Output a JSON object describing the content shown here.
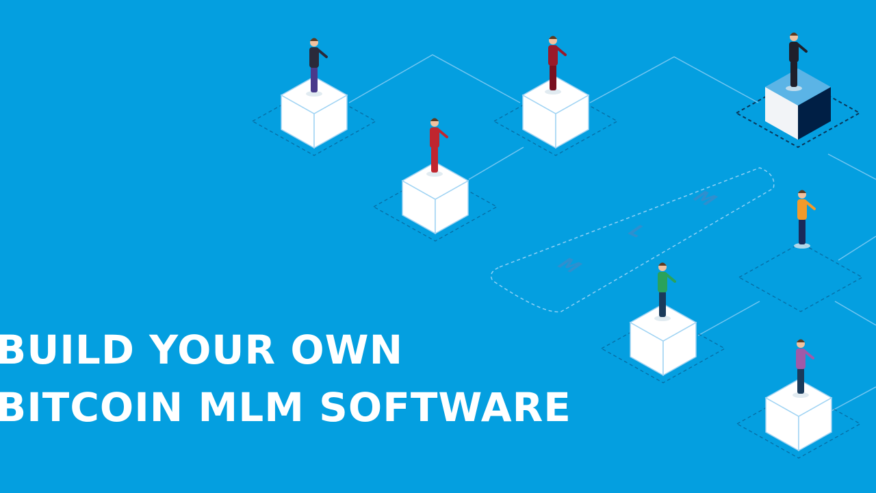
{
  "headline": {
    "line1": "BUILD YOUR OWN",
    "line2": "BITCOIN MLM SOFTWARE"
  },
  "platform_letters": [
    "M",
    "L",
    "M"
  ],
  "colors": {
    "background": "#049fe0",
    "cube_white": "#ffffff",
    "cube_edge": "#9fd3f3",
    "highlight_cube_top": "#5bb4e6",
    "highlight_cube_side": "#001f45",
    "dashed_outline": "#0a3a66",
    "connector_line": "#8fd0f5",
    "headline_text": "#ffffff"
  }
}
